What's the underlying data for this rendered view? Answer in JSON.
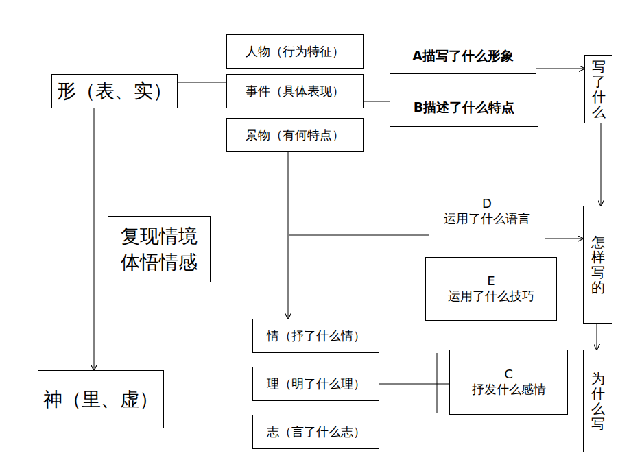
{
  "diagram": {
    "nodes": [
      {
        "text": [
          "形（表、实）"
        ]
      },
      {
        "text": [
          "人物（行为特征）"
        ]
      },
      {
        "text": [
          "事件（具体表现）"
        ]
      },
      {
        "text": [
          "景物（有何特点）"
        ]
      },
      {
        "text": [
          "A描写了什么形象"
        ]
      },
      {
        "text": [
          "B描述了什么特点"
        ]
      },
      {
        "text": [
          "写了什么"
        ]
      },
      {
        "text": [
          "复现情境 体悟情感"
        ]
      },
      {
        "text": [
          "D",
          "运用了什么语言"
        ]
      },
      {
        "text": [
          "E",
          "运用了什么技巧"
        ]
      },
      {
        "text": [
          "怎样写的"
        ]
      },
      {
        "text": [
          "情（抒了什么情）"
        ]
      },
      {
        "text": [
          "理（明了什么理）"
        ]
      },
      {
        "text": [
          "志（言了什么志）"
        ]
      },
      {
        "text": [
          "C",
          "抒发什么感情"
        ]
      },
      {
        "text": [
          "为什么写"
        ]
      },
      {
        "text": [
          "神（里、虚）"
        ]
      }
    ],
    "edges": [
      {
        "from": 0,
        "to": 2,
        "arrow": "none"
      },
      {
        "from": 2,
        "to": 5,
        "arrow": "none"
      },
      {
        "from": 4,
        "to": 6,
        "arrow": "to"
      },
      {
        "from": 6,
        "to": 10,
        "arrow": "to"
      },
      {
        "from": 10,
        "to": 15,
        "arrow": "to"
      },
      {
        "from": 0,
        "to": 16,
        "arrow": "to"
      },
      {
        "from": 3,
        "to": 11,
        "arrow": "to"
      },
      {
        "from": 8,
        "to": 10,
        "arrow": "to"
      },
      {
        "from": 12,
        "to": 14,
        "arrow": "none"
      }
    ]
  }
}
